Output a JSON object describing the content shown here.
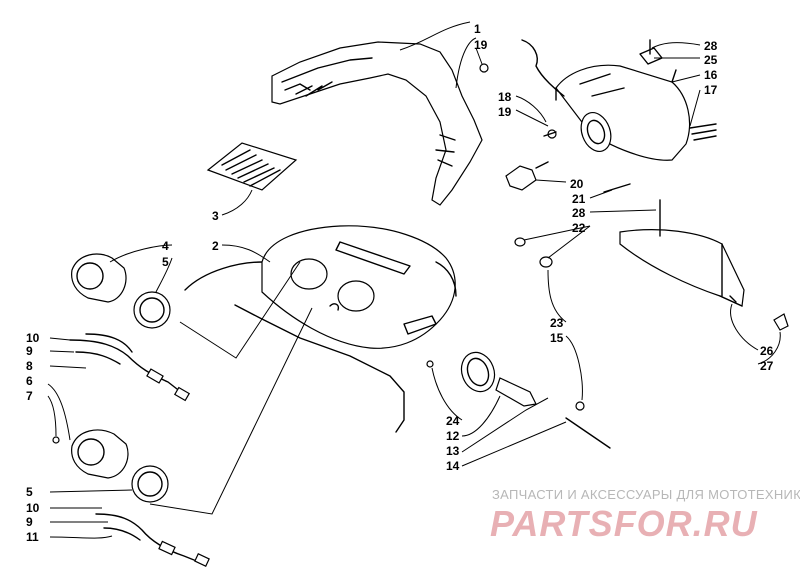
{
  "diagram": {
    "parts": [
      {
        "id": "1",
        "label": "1"
      },
      {
        "id": "19a",
        "label": "19"
      },
      {
        "id": "28a",
        "label": "28"
      },
      {
        "id": "25",
        "label": "25"
      },
      {
        "id": "16",
        "label": "16"
      },
      {
        "id": "17",
        "label": "17"
      },
      {
        "id": "18",
        "label": "18"
      },
      {
        "id": "19b",
        "label": "19"
      },
      {
        "id": "20",
        "label": "20"
      },
      {
        "id": "21",
        "label": "21"
      },
      {
        "id": "28b",
        "label": "28"
      },
      {
        "id": "22",
        "label": "22"
      },
      {
        "id": "3",
        "label": "3"
      },
      {
        "id": "2",
        "label": "2"
      },
      {
        "id": "4",
        "label": "4"
      },
      {
        "id": "5a",
        "label": "5"
      },
      {
        "id": "10a",
        "label": "10"
      },
      {
        "id": "9a",
        "label": "9"
      },
      {
        "id": "8",
        "label": "8"
      },
      {
        "id": "6",
        "label": "6"
      },
      {
        "id": "7",
        "label": "7"
      },
      {
        "id": "23",
        "label": "23"
      },
      {
        "id": "15",
        "label": "15"
      },
      {
        "id": "26",
        "label": "26"
      },
      {
        "id": "27",
        "label": "27"
      },
      {
        "id": "24",
        "label": "24"
      },
      {
        "id": "12",
        "label": "12"
      },
      {
        "id": "13",
        "label": "13"
      },
      {
        "id": "14",
        "label": "14"
      },
      {
        "id": "5b",
        "label": "5"
      },
      {
        "id": "10b",
        "label": "10"
      },
      {
        "id": "9b",
        "label": "9"
      },
      {
        "id": "11",
        "label": "11"
      }
    ]
  },
  "watermark": {
    "tagline": "ЗАПЧАСТИ И АКСЕССУАРЫ ДЛЯ МОТОТЕХНИКИ",
    "brand": "PARTSFOR.RU",
    "tagline_color": "#b7b7b7",
    "brand_color": "#e8b0b4"
  }
}
